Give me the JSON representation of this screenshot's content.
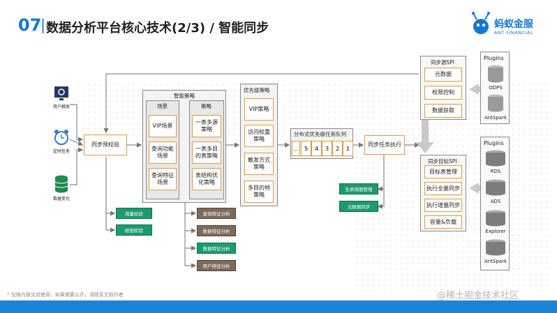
{
  "header": {
    "number": "07",
    "separator": "|",
    "title": "数据分析平台核心技术(2/3) / 智能同步"
  },
  "logo": {
    "cn": "蚂蚁金服",
    "en": "ANT FINANCIAL"
  },
  "triggers": [
    {
      "label": "用户触发",
      "icon": "monitor-icon"
    },
    {
      "label": "定时任务",
      "icon": "alarm-clock-icon"
    },
    {
      "label": "数据变化",
      "icon": "database-icon"
    }
  ],
  "precheck": "同步预校验",
  "prechecks_green": [
    "用量校验",
    "权限校验"
  ],
  "strategy": {
    "title": "智能策略",
    "scene_header": "场景",
    "policy_header": "策略",
    "scenes": [
      "VIP场景",
      "查询功能\n场景",
      "查询特征\n场景"
    ],
    "policies": [
      "一表多源\n策略",
      "一表多目\n的表策略",
      "表结构优\n化策略"
    ]
  },
  "analyses": [
    "查询特征分析",
    "数据特征分析",
    "数据特征分析",
    "用户特征分析"
  ],
  "priority": {
    "title": "优先级策略",
    "items": [
      "VIP策略",
      "访问权重\n策略",
      "触发方式\n策略",
      "多目的地\n策略"
    ]
  },
  "queue": {
    "title": "分布式优先级任务队列",
    "cells": [
      "...",
      "5",
      "4",
      "3",
      "2",
      "1"
    ]
  },
  "executor": "同步任务执行",
  "executor_outputs": [
    "生命周期管理",
    "元数据同步"
  ],
  "source_spi": {
    "title": "同步源SPI",
    "items": [
      "元数据",
      "权限控制",
      "数据获取"
    ]
  },
  "target_spi": {
    "title": "同步目标SPI",
    "items": [
      "目标表管理",
      "执行全量同步",
      "执行增量同步",
      "容量&负载"
    ]
  },
  "plugins_source": {
    "title": "Plugins",
    "items": [
      "ODPS",
      "AntSpark"
    ]
  },
  "plugins_target": {
    "title": "Plugins",
    "items": [
      "RDS",
      "ADS",
      "Explorer",
      "AntSpark"
    ]
  },
  "footer": {
    "note": "* 仅限内部交流使用，如果需要公开，请联系文档作者",
    "watermark": "@稀土掘金技术社区"
  },
  "colors": {
    "accent_blue": "#1677d2",
    "box_border": "#e39a3b",
    "green": "#1e9a6e",
    "brown": "#7c6a5c",
    "bottom_bar": "#1b84d8"
  }
}
